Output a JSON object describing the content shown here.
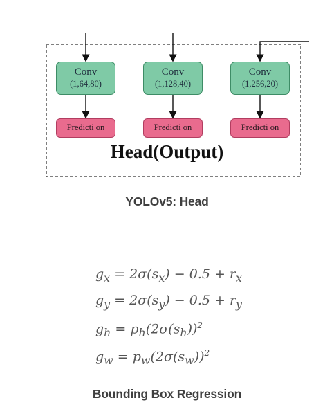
{
  "head_diagram": {
    "title": "Head(Output)",
    "columns": [
      {
        "conv_label": "Conv",
        "conv_dims": "(1,64,80)",
        "prediction_label": "Predicti on"
      },
      {
        "conv_label": "Conv",
        "conv_dims": "(1,128,40)",
        "prediction_label": "Predicti on"
      },
      {
        "conv_label": "Conv",
        "conv_dims": "(1,256,20)",
        "prediction_label": "Predicti on"
      }
    ],
    "colors": {
      "conv_fill": "#7fcaa6",
      "prediction_fill": "#e96b8e",
      "border_dash": "#555555"
    }
  },
  "captions": {
    "head": "YOLOv5: Head",
    "bbox": "Bounding Box Regression"
  },
  "equations": [
    {
      "lhs": "g",
      "lhs_sub": "x",
      "rhs": "= 2σ(s",
      "rhs_sub": "x",
      "rhs_tail": ") − 0.5 + r",
      "tail_sub": "x"
    },
    {
      "lhs": "g",
      "lhs_sub": "y",
      "rhs": "= 2σ(s",
      "rhs_sub": "y",
      "rhs_tail": ") − 0.5 + r",
      "tail_sub": "y"
    },
    {
      "lhs": "g",
      "lhs_sub": "h",
      "rhs": "= p",
      "rhs_sub": "h",
      "rhs_tail": "(2σ(s",
      "tail_sub": "h",
      "end": "))",
      "power": "2"
    },
    {
      "lhs": "g",
      "lhs_sub": "w",
      "rhs": "= p",
      "rhs_sub": "w",
      "rhs_tail": "(2σ(s",
      "tail_sub": "w",
      "end": "))",
      "power": "2"
    }
  ]
}
